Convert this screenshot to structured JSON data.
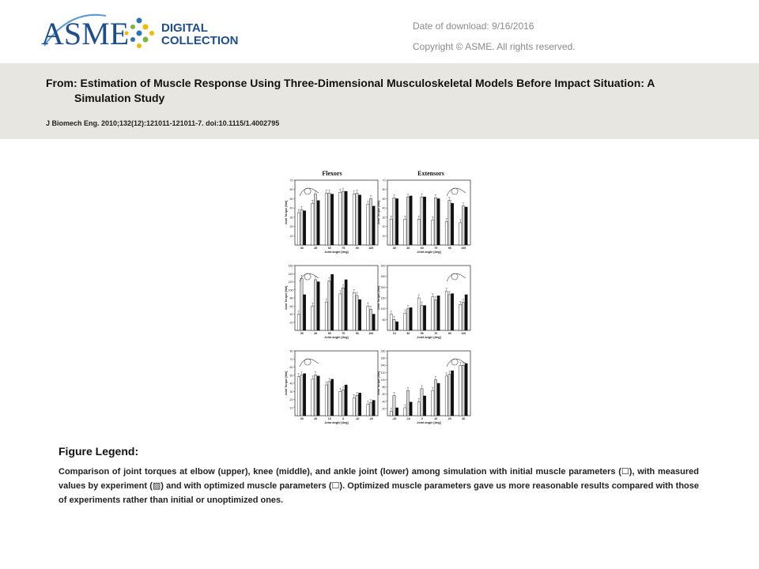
{
  "header": {
    "logo_text": "ASME",
    "logo_sub1": "DIGITAL",
    "logo_sub2": "COLLECTION",
    "download_label": "Date of download:",
    "download_date": "9/16/2016",
    "copyright": "Copyright © ASME. All rights reserved."
  },
  "citation": {
    "from": "From: Estimation of Muscle Response Using Three-Dimensional Musculoskeletal Models Before Impact Situation: A Simulation Study",
    "journal": "J Biomech Eng. 2010;132(12):121011-121011-7. doi:10.1115/1.4002795"
  },
  "figure": {
    "col_titles": [
      "Flexors",
      "Extensors"
    ],
    "ylabel": "Joint Torque [Nm]",
    "xlabel": "Joint angle [deg]",
    "panels": [
      {
        "id": "elbow-flexors",
        "ymax": 70,
        "yticks": [
          "10",
          "20",
          "30",
          "40",
          "50",
          "60",
          "70"
        ],
        "xticks": [
          "30",
          "45",
          "60",
          "75",
          "90",
          "105"
        ],
        "groups": [
          [
            35,
            38,
            37
          ],
          [
            45,
            55,
            48
          ],
          [
            56,
            56,
            55
          ],
          [
            57,
            58,
            58
          ],
          [
            55,
            56,
            54
          ],
          [
            44,
            50,
            42
          ]
        ]
      },
      {
        "id": "elbow-extensors",
        "ymax": 70,
        "yticks": [
          "10",
          "20",
          "30",
          "40",
          "50",
          "60",
          "70"
        ],
        "xticks": [
          "30",
          "45",
          "60",
          "75",
          "90",
          "105"
        ],
        "groups": [
          [
            28,
            51,
            50
          ],
          [
            28,
            52,
            53
          ],
          [
            28,
            52,
            52
          ],
          [
            27,
            51,
            50
          ],
          [
            25,
            48,
            45
          ],
          [
            24,
            42,
            41
          ]
        ]
      },
      {
        "id": "knee-flexors",
        "ymax": 160,
        "yticks": [
          "20",
          "40",
          "60",
          "80",
          "100",
          "120",
          "140",
          "160"
        ],
        "xticks": [
          "30",
          "40",
          "50",
          "70",
          "90",
          "100"
        ],
        "groups": [
          [
            40,
            128,
            88
          ],
          [
            60,
            125,
            120
          ],
          [
            70,
            122,
            138
          ],
          [
            90,
            105,
            125
          ],
          [
            93,
            86,
            76
          ],
          [
            60,
            52,
            40
          ]
        ]
      },
      {
        "id": "knee-extensors",
        "ymax": 300,
        "yticks": [
          "50",
          "100",
          "150",
          "200",
          "250",
          "300"
        ],
        "xticks": [
          "10",
          "30",
          "50",
          "70",
          "90",
          "110"
        ],
        "groups": [
          [
            75,
            50,
            40
          ],
          [
            80,
            100,
            105
          ],
          [
            150,
            115,
            115
          ],
          [
            155,
            140,
            160
          ],
          [
            180,
            165,
            170
          ],
          [
            120,
            130,
            165
          ]
        ]
      },
      {
        "id": "ankle-flexors",
        "ymax": 80,
        "yticks": [
          "10",
          "20",
          "30",
          "40",
          "50",
          "60",
          "70",
          "80"
        ],
        "xticks": [
          "30",
          "20",
          "10",
          "0",
          "-10",
          "-20"
        ],
        "groups": [
          [
            48,
            50,
            52
          ],
          [
            45,
            50,
            49
          ],
          [
            38,
            42,
            45
          ],
          [
            30,
            32,
            38
          ],
          [
            22,
            25,
            28
          ],
          [
            14,
            16,
            19
          ]
        ]
      },
      {
        "id": "ankle-extensors",
        "ymax": 180,
        "yticks": [
          "20",
          "40",
          "60",
          "80",
          "100",
          "120",
          "140",
          "160",
          "180"
        ],
        "xticks": [
          "-20",
          "-10",
          "0",
          "10",
          "20",
          "30"
        ],
        "groups": [
          [
            12,
            56,
            22
          ],
          [
            22,
            70,
            38
          ],
          [
            38,
            75,
            55
          ],
          [
            70,
            100,
            90
          ],
          [
            110,
            115,
            125
          ],
          [
            140,
            140,
            145
          ]
        ]
      }
    ],
    "bar_colors": [
      "#ffffff",
      "#d8d8d8",
      "#111111"
    ]
  },
  "legend": {
    "title": "Figure Legend:",
    "text": "Comparison of joint torques at elbow (upper), knee (middle), and ankle joint (lower) among simulation with initial muscle parameters (☐), with measured values by experiment (▨) and with optimized muscle parameters (☐). Optimized muscle parameters gave us more reasonable results compared with those of experiments rather than initial or unoptimized ones."
  }
}
